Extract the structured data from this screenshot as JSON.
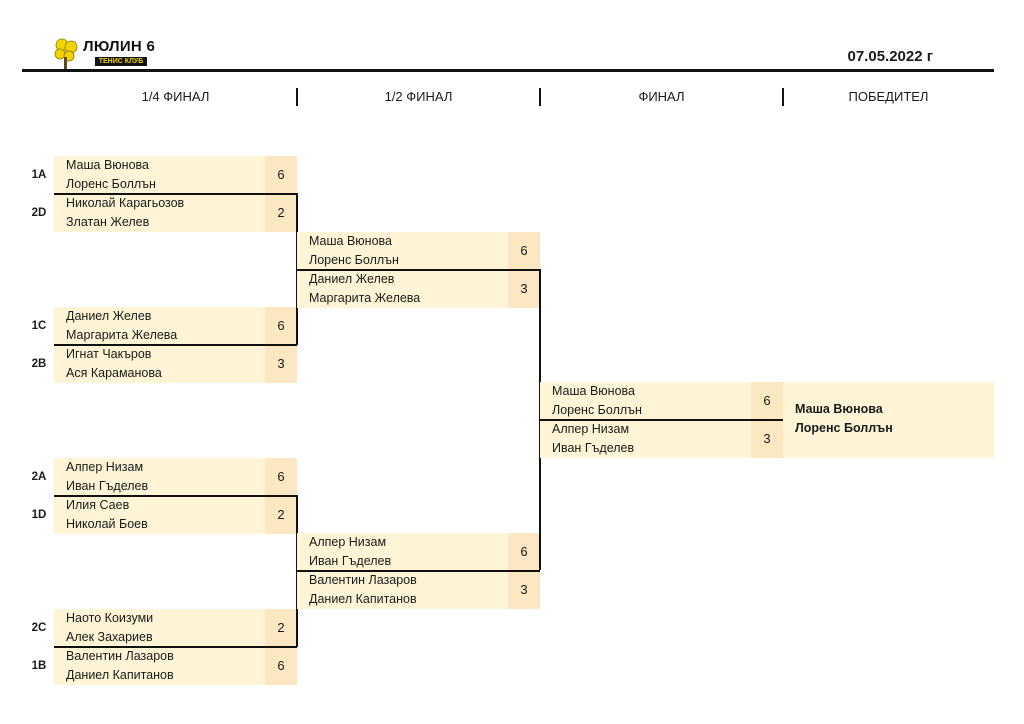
{
  "header": {
    "club_name": "ЛЮЛИН 6",
    "club_sub": "ТЕНИС КЛУБ",
    "date": "07.05.2022 г",
    "logo_icon": "tennis-ball-tree-icon"
  },
  "rounds": [
    "1/4 ФИНАЛ",
    "1/2 ФИНАЛ",
    "ФИНАЛ",
    "ПОБЕДИТЕЛ"
  ],
  "quarterfinals": [
    {
      "seed": "1A",
      "p1": "Маша Вюнова",
      "p2": "Лоренс Боллън",
      "score": "6"
    },
    {
      "seed": "2D",
      "p1": "Николай Карагьозов",
      "p2": "Златан Желев",
      "score": "2"
    },
    {
      "seed": "1C",
      "p1": "Даниел Желев",
      "p2": "Маргарита Желева",
      "score": "6"
    },
    {
      "seed": "2B",
      "p1": "Игнат Чакъров",
      "p2": "Ася Караманова",
      "score": "3"
    },
    {
      "seed": "2A",
      "p1": "Алпер Низам",
      "p2": "Иван Гъделев",
      "score": "6"
    },
    {
      "seed": "1D",
      "p1": "Илия Саев",
      "p2": "Николай Боев",
      "score": "2"
    },
    {
      "seed": "2C",
      "p1": "Наото Коизуми",
      "p2": "Алек Захариев",
      "score": "2"
    },
    {
      "seed": "1B",
      "p1": "Валентин Лазаров",
      "p2": "Даниел Капитанов",
      "score": "6"
    }
  ],
  "semifinals": [
    {
      "p1": "Маша Вюнова",
      "p2": "Лоренс Боллън",
      "score": "6"
    },
    {
      "p1": "Даниел Желев",
      "p2": "Маргарита Желева",
      "score": "3"
    },
    {
      "p1": "Алпер Низам",
      "p2": "Иван Гъделев",
      "score": "6"
    },
    {
      "p1": "Валентин Лазаров",
      "p2": "Даниел Капитанов",
      "score": "3"
    }
  ],
  "final": [
    {
      "p1": "Маша Вюнова",
      "p2": "Лоренс Боллън",
      "score": "6"
    },
    {
      "p1": "Алпер Низам",
      "p2": "Иван Гъделев",
      "score": "3"
    }
  ],
  "winner": {
    "p1": "Маша Вюнова",
    "p2": "Лоренс Боллън"
  }
}
